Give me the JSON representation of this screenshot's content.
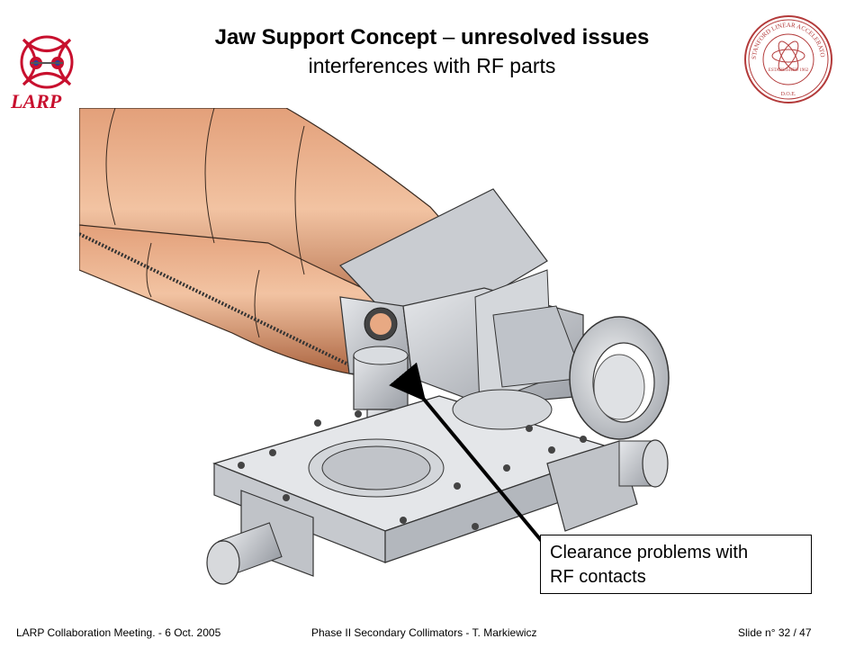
{
  "slide": {
    "title_bold_1": "Jaw Support Concept",
    "title_dash": " – ",
    "title_bold_2": "unresolved issues",
    "subtitle": "interferences with RF parts"
  },
  "logos": {
    "left_logo_text": "LARP",
    "seal_lines": [
      "STANFORD LINEAR ACCELERATOR CENTER",
      "ESTABLISHED 1962",
      "D.O.E."
    ],
    "brand_red": "#c8102e"
  },
  "callout": {
    "line1": "Clearance problems with",
    "line2": "RF contacts"
  },
  "footer": {
    "left": "LARP Collaboration Meeting.  -  6 Oct. 2005",
    "center": "Phase II Secondary Collimators  -  T. Markiewicz",
    "right": "Slide n° 32 / 47"
  },
  "colors": {
    "copper": "#d48a5c",
    "steel": "#b9bdc4"
  }
}
